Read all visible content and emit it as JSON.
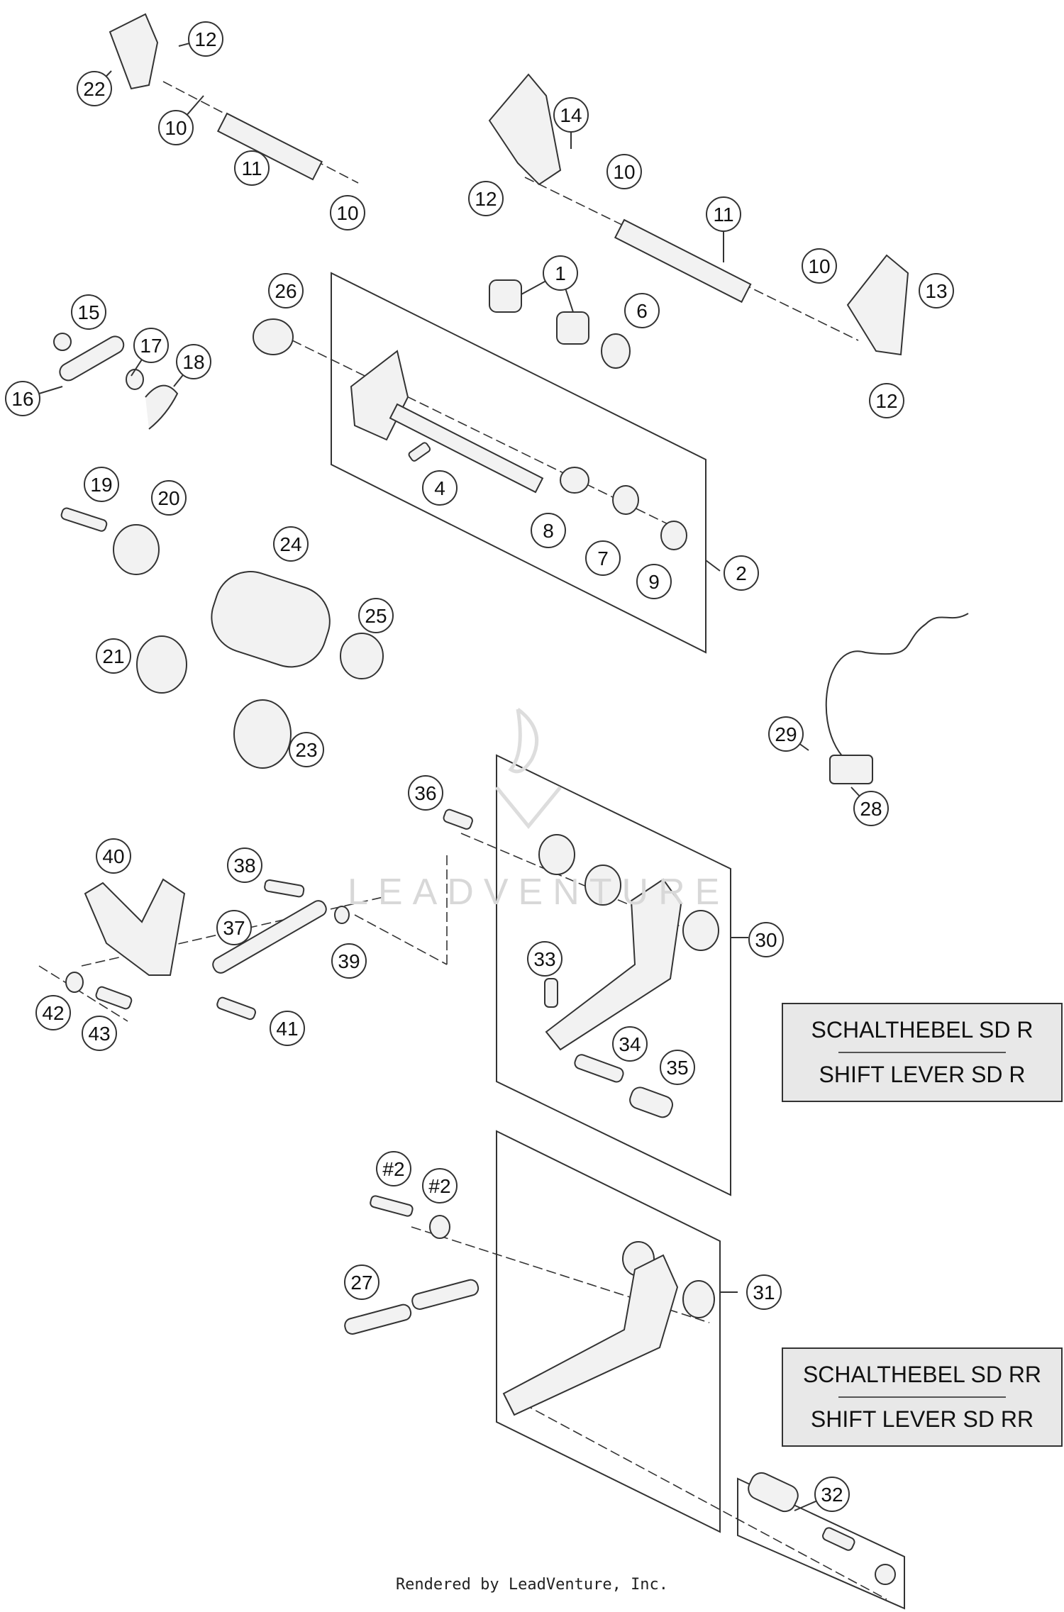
{
  "callouts": [
    "12",
    "22",
    "10",
    "11",
    "10",
    "14",
    "10",
    "12",
    "11",
    "10",
    "13",
    "12",
    "1",
    "6",
    "26",
    "15",
    "17",
    "18",
    "16",
    "4",
    "8",
    "7",
    "9",
    "2",
    "19",
    "20",
    "24",
    "25",
    "21",
    "23",
    "29",
    "28",
    "36",
    "40",
    "38",
    "37",
    "39",
    "30",
    "33",
    "34",
    "35",
    "42",
    "43",
    "41",
    "#2",
    "#2",
    "31",
    "27",
    "32"
  ],
  "legend": {
    "sd_r": {
      "line1": "SCHALTHEBEL SD R",
      "line2": "SHIFT LEVER SD R"
    },
    "sd_rr": {
      "line1": "SCHALTHEBEL SD RR",
      "line2": "SHIFT LEVER SD RR"
    }
  },
  "watermark": "LEADVENTURE",
  "footer": "Rendered by LeadVenture, Inc.",
  "colors": {
    "line": "#333333",
    "part": "#f2f2f2",
    "legend_fill": "#e8e8e8"
  }
}
